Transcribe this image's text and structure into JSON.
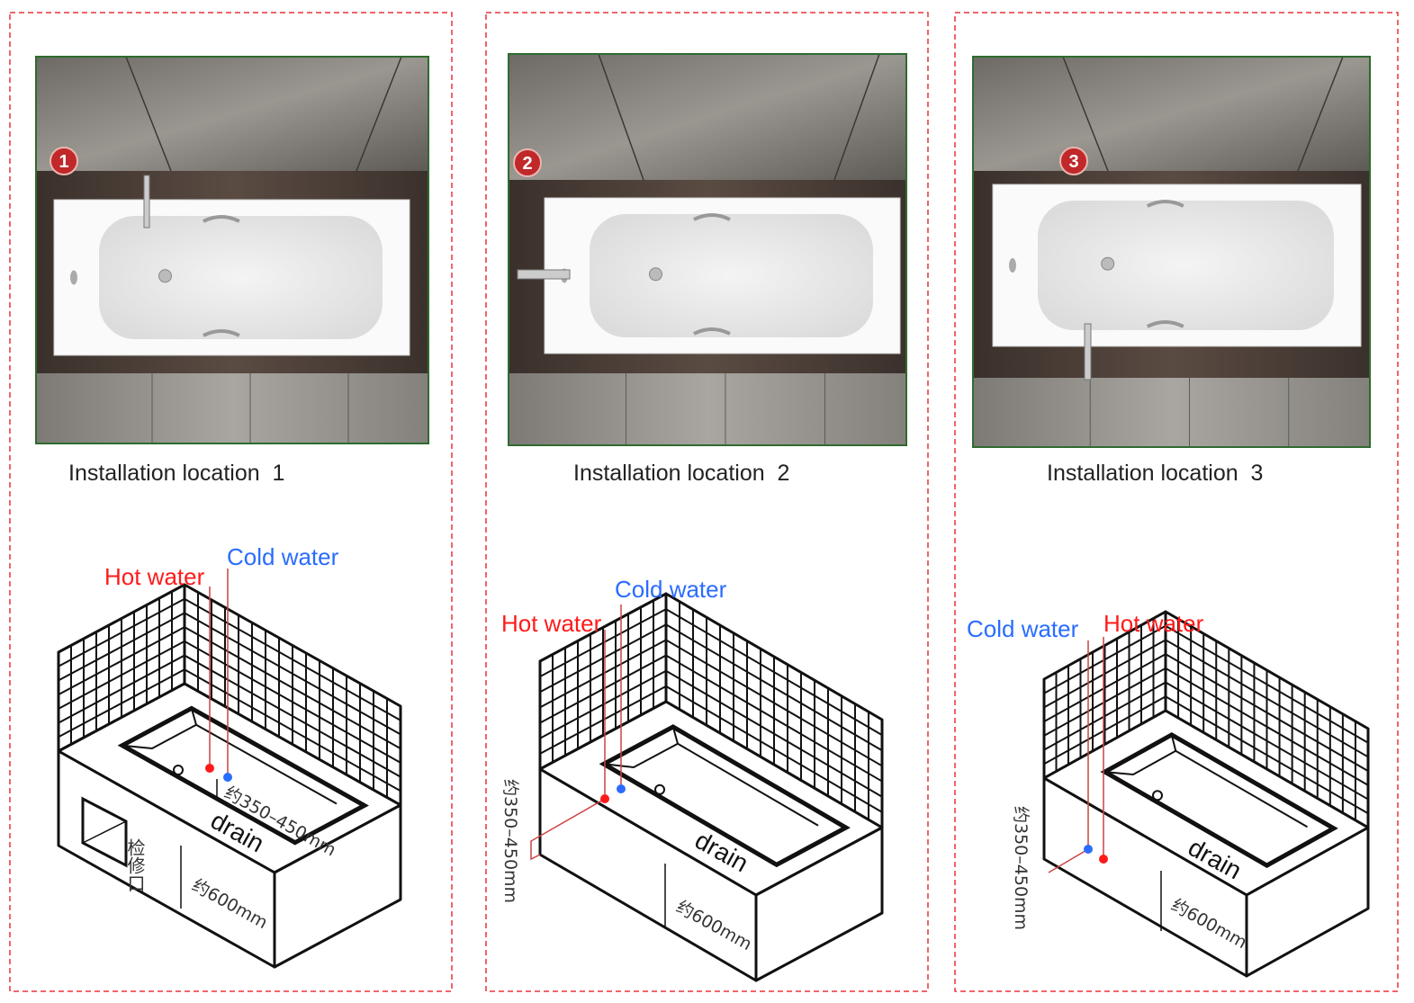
{
  "panels": [
    {
      "badge": "1",
      "caption": "Installation location  1",
      "hot_label": "Hot water",
      "cold_label": "Cold water",
      "drain_label": "drain",
      "height_label": "约350–450mm",
      "depth_label": "约600mm",
      "access_label": "检修口"
    },
    {
      "badge": "2",
      "caption": "Installation location  2",
      "hot_label": "Hot water",
      "cold_label": "Cold water",
      "drain_label": "drain",
      "height_label": "约350–450mm",
      "depth_label": "约600mm"
    },
    {
      "badge": "3",
      "caption": "Installation location  3",
      "hot_label": "Hot water",
      "cold_label": "Cold water",
      "drain_label": "drain",
      "height_label": "约350–450mm",
      "depth_label": "约600mm"
    }
  ],
  "colors": {
    "border": "#e8333a",
    "hot": "#ff1a1a",
    "cold": "#2a6cff",
    "badge": "#c0282a"
  }
}
